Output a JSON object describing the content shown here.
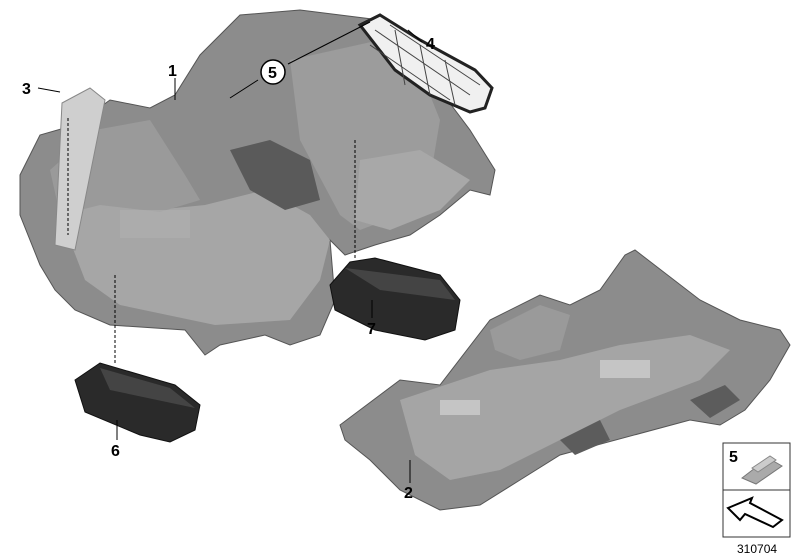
{
  "diagram": {
    "callouts": [
      {
        "id": "1",
        "part": "front-carpet"
      },
      {
        "id": "2",
        "part": "rear-carpet"
      },
      {
        "id": "3",
        "part": "footrest-cover"
      },
      {
        "id": "4",
        "part": "net"
      },
      {
        "id": "5",
        "part": "clip",
        "circled": true
      },
      {
        "id": "6",
        "part": "floor-mat-left"
      },
      {
        "id": "7",
        "part": "floor-mat-right"
      }
    ],
    "inset": {
      "part_label": "5",
      "icon": "direction-arrow-icon"
    },
    "diagram_number": "310704"
  }
}
